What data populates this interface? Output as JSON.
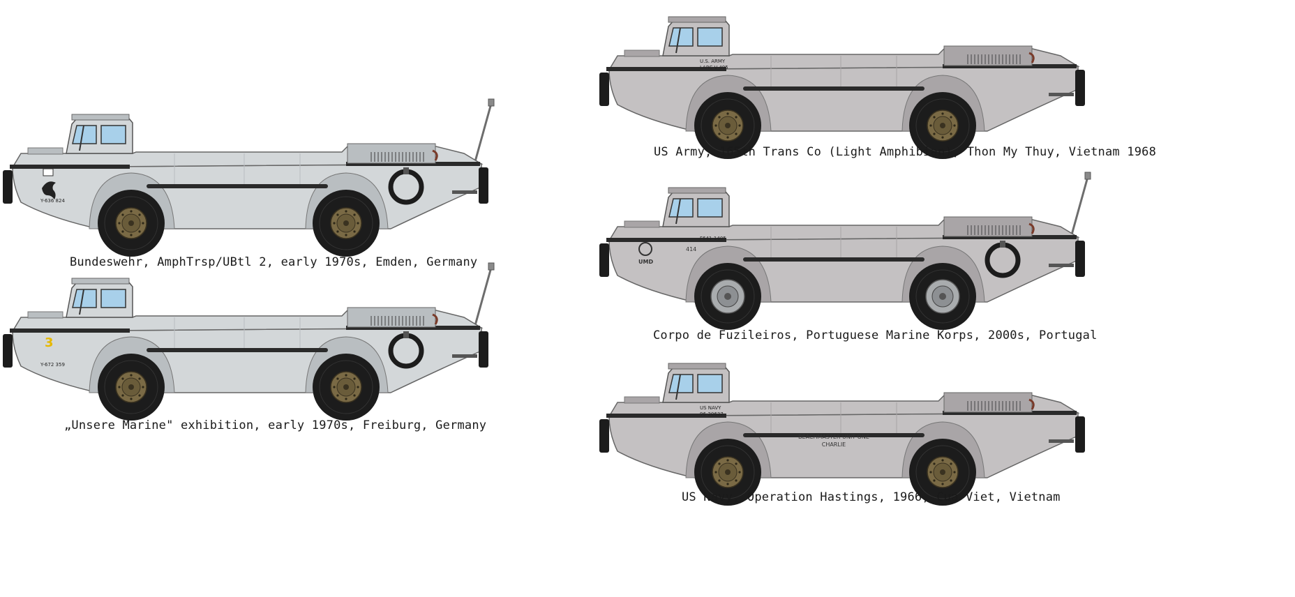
{
  "colors": {
    "hull_light_grey": "#d3d7d9",
    "hull_light_grey_dark": "#b9bec1",
    "hull_medium_grey": "#c4c1c2",
    "hull_medium_grey_dark": "#a9a5a7",
    "stripe_black": "#2a2a2a",
    "tyre_black": "#1c1c1c",
    "hub_olive": "#7a6a45",
    "hub_grey": "#a9acae",
    "window_blue": "#a8d0ea",
    "yellow_marking": "#e6b800",
    "caption_text": "#1a1a1a"
  },
  "plates": [
    {
      "id": "bundeswehr",
      "caption": "Bundeswehr, AmphTrsp/UBtl 2, early 1970s, Emden, Germany",
      "hull_color": "light_grey",
      "hub_style": "olive",
      "spare_wheel": true,
      "antenna": true,
      "markings": {
        "emblem": "seal-emblem-icon",
        "registration": "Y-636 824"
      }
    },
    {
      "id": "unsere-marine",
      "caption": "„Unsere Marine\" exhibition, early 1970s, Freiburg, Germany",
      "hull_color": "light_grey",
      "hub_style": "olive",
      "spare_wheel": true,
      "antenna": true,
      "markings": {
        "number": "3",
        "registration": "Y-672 359"
      }
    },
    {
      "id": "us-army",
      "caption": "US Army, 165th Trans Co (Light Amphibian), Thon My Thuy, Vietnam 1968",
      "hull_color": "medium_grey",
      "hub_style": "olive",
      "spare_wheel": false,
      "antenna": false,
      "markings": {
        "service": "U.S. ARMY",
        "serial": "LARC V-495"
      }
    },
    {
      "id": "portugal",
      "caption": "Corpo de Fuzileiros, Portuguese Marine Korps, 2000s, Portugal",
      "hull_color": "medium_grey",
      "hub_style": "grey",
      "spare_wheel": true,
      "antenna": true,
      "markings": {
        "emblem": "navy-roundel-icon",
        "unit": "UMD",
        "hull_number": "414",
        "serial": "F641-1405"
      }
    },
    {
      "id": "us-navy",
      "caption": "US Navy, Operation Hastings, 1966, Cua Viet, Vietnam",
      "hull_color": "medium_grey",
      "hub_style": "olive",
      "spare_wheel": false,
      "antenna": false,
      "markings": {
        "service": "US NAVY",
        "serial": "96-20637",
        "unit_line_1": "BEACHMASTER UNIT ONE",
        "unit_line_2": "CHARLIE"
      }
    }
  ]
}
